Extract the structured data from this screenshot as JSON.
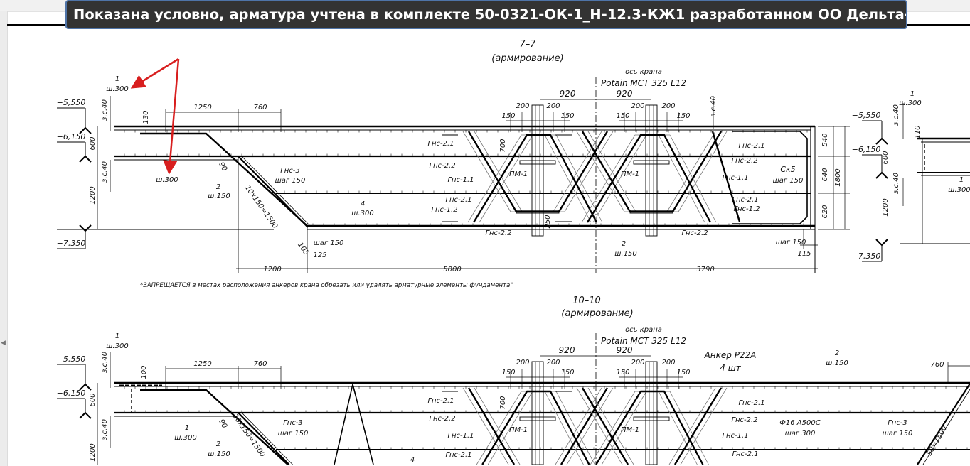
{
  "tooltip": {
    "text": "Показана условно, арматура учтена в комплекте 50-0321-ОК-1_Н-12.3-КЖ1 разработанном ОО Дельта-А"
  },
  "viewer": {
    "collapse_icon": "triangle-left",
    "collapse_glyph": "◀"
  },
  "colors": {
    "annotation_arrow": "#d81e1e",
    "tooltip_bg": "#333333",
    "tooltip_border": "#4f74a8"
  },
  "note": "*ЗАПРЕЩАЕТСЯ в местах расположения анкеров крана обрезать или удалять арматурные элементы фундамента\"",
  "section_7_7": {
    "labels": [
      "7–7",
      "(армирование)",
      "ось крана",
      "Potain MCT 325 L12",
      "920",
      "920",
      "200",
      "200",
      "150",
      "150",
      "200",
      "200",
      "150",
      "150",
      "1",
      "ш.300",
      "−5,550",
      "−6,150",
      "−7,350",
      "з.с.40",
      "600",
      "з.с.40",
      "1200",
      "130",
      "1250",
      "760",
      "1",
      "ш.300",
      "90",
      "2",
      "ш.150",
      "Гнс-3",
      "шаг 150",
      "10х150=1500",
      "4",
      "ш.300",
      "105",
      "шаг 150",
      "125",
      "1200",
      "5000",
      "3790",
      "Гнс-2.1",
      "Гнс-2.2",
      "Гнс-1.1",
      "Гнс-2.1",
      "Гнс-1.2",
      "ПМ-1",
      "700",
      "Гнс-2.2",
      "250",
      "2",
      "ш.150",
      "ПМ-1",
      "Гнс-2.2",
      "Гнс-2.1",
      "Гнс-2.2",
      "Гнс-1.1",
      "Гнс-2.1",
      "Гнс-1.2",
      "Ск5",
      "шаг 150",
      "з.с.40",
      "540",
      "640",
      "620",
      "1800",
      "шаг 150",
      "115",
      "1",
      "ш.300",
      "−5,550",
      "−6,150",
      "−7,350",
      "з.с.40",
      "110",
      "600",
      "з.с.40",
      "1",
      "ш.300",
      "1200"
    ]
  },
  "section_10_10": {
    "labels": [
      "10–10",
      "(армирование)",
      "ось крана",
      "Potain MCT 325 L12",
      "920",
      "920",
      "200",
      "200",
      "150",
      "150",
      "200",
      "200",
      "150",
      "150",
      "Анкер P22A",
      "4 шт",
      "2",
      "ш.150",
      "760",
      "1",
      "ш.300",
      "−5,550",
      "−6,150",
      "з.с.40",
      "600",
      "з.с.40",
      "1200",
      "100",
      "1250",
      "760",
      "1",
      "ш.300",
      "90",
      "Гнс-3",
      "шаг 150",
      "2",
      "ш.150",
      "Гнс-2.1",
      "Гнс-2.2",
      "Гнс-1.1",
      "Гнс-2.1",
      "ПМ-1",
      "ПМ-1",
      "700",
      "Гнс-2.1",
      "Гнс-2.2",
      "Гнс-1.1",
      "Гнс-2.1",
      "Ф16 A500C",
      "шаг 300",
      "Гнс-3",
      "шаг 150",
      "4",
      "10х150=1500",
      "50=1500"
    ]
  }
}
